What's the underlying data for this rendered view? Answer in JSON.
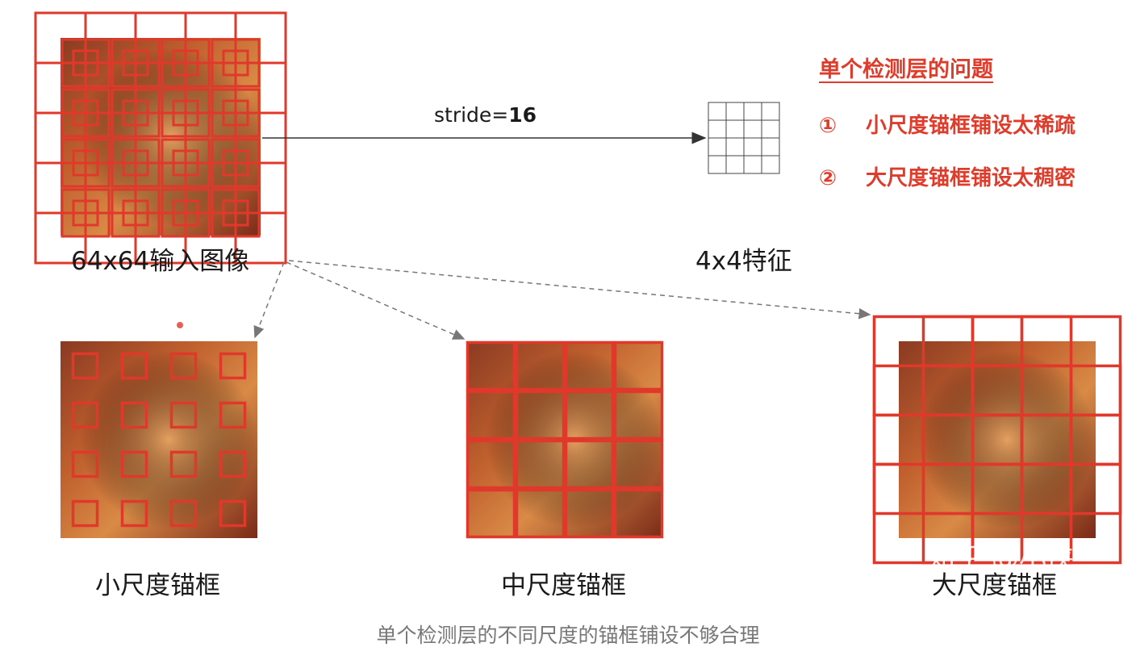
{
  "diagram": {
    "input_label": "64x64输入图像",
    "feature_label": "4x4特征",
    "stride_prefix": "stride=",
    "stride_value": "16",
    "anchor_labels": {
      "small": "小尺度锚框",
      "medium": "中尺度锚框",
      "large": "大尺度锚框"
    },
    "problems": {
      "title": "单个检测层的问题",
      "items": [
        {
          "num": "①",
          "text": "小尺度锚框铺设太稀疏"
        },
        {
          "num": "②",
          "text": "大尺度锚框铺设太稠密"
        }
      ]
    },
    "grid_size": 4,
    "colors": {
      "anchor_red": "#e0392b",
      "accent_red": "#e03c2c",
      "arrow": "#333333"
    }
  },
  "caption": "单个检测层的不同尺度的锚框铺设不够合理",
  "watermark": "知乎 @小侠"
}
